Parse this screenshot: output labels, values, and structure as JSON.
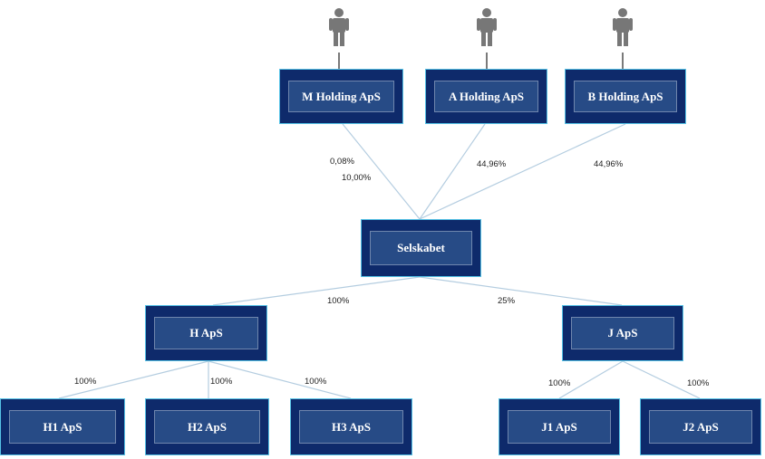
{
  "owners": [
    {
      "id": "owner-m",
      "icon": "person-icon"
    },
    {
      "id": "owner-a",
      "icon": "person-icon"
    },
    {
      "id": "owner-b",
      "icon": "person-icon"
    }
  ],
  "nodes": {
    "m_holding": "M Holding ApS",
    "a_holding": "A Holding ApS",
    "b_holding": "B Holding ApS",
    "selskabet": "Selskabet",
    "h_aps": "H ApS",
    "j_aps": "J ApS",
    "h1_aps": "H1 ApS",
    "h2_aps": "H2 ApS",
    "h3_aps": "H3 ApS",
    "j1_aps": "J1 ApS",
    "j2_aps": "J2 ApS"
  },
  "edges": {
    "m_to_selskabet_a": "0,08%",
    "m_to_selskabet_b": "10,00%",
    "a_to_selskabet": "44,96%",
    "b_to_selskabet": "44,96%",
    "selskabet_to_h": "100%",
    "selskabet_to_j": "25%",
    "h_to_h1": "100%",
    "h_to_h2": "100%",
    "h_to_h3": "100%",
    "j_to_j1": "100%",
    "j_to_j2": "100%"
  },
  "colors": {
    "node_outer": "#0e2a6b",
    "node_inner": "#274b86",
    "node_border": "#55c2e6",
    "connector": "#b4cde0",
    "person": "#777777"
  }
}
